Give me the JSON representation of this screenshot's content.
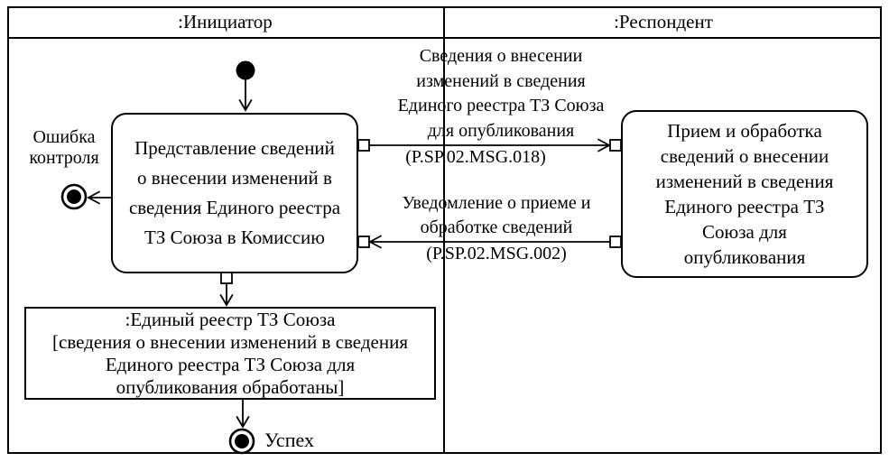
{
  "colors": {
    "ink": "#000000",
    "paper": "#ffffff"
  },
  "lanes": {
    "initiator": {
      "title": ":Инициатор"
    },
    "respondent": {
      "title": ":Респондент"
    }
  },
  "initiator": {
    "activity": {
      "lines": [
        "Представление сведений",
        "о внесении изменений в",
        "сведения Единого реестра",
        "ТЗ Союза в Комиссию"
      ]
    },
    "error": {
      "label_lines": [
        "Ошибка",
        "контроля"
      ]
    },
    "object_node": {
      "lines": [
        ":Единый реестр ТЗ Союза",
        "[сведения о внесении изменений в сведения",
        "Единого реестра ТЗ Союза для",
        "опубликования обработаны]"
      ]
    },
    "success_label": "Успех"
  },
  "respondent": {
    "activity": {
      "lines": [
        "Прием и обработка",
        "сведений о внесении",
        "изменений в сведения",
        "Единого реестра ТЗ",
        "Союза для",
        "опубликования"
      ]
    }
  },
  "messages": {
    "request": {
      "lines": [
        "Сведения о внесении",
        "изменений в сведения",
        "Единого реестра ТЗ Союза",
        "для опубликования"
      ],
      "id": "(P.SP.02.MSG.018)"
    },
    "response": {
      "lines": [
        "Уведомление о приеме и",
        "обработке сведений"
      ],
      "id": "(P.SP.02.MSG.002)"
    }
  }
}
